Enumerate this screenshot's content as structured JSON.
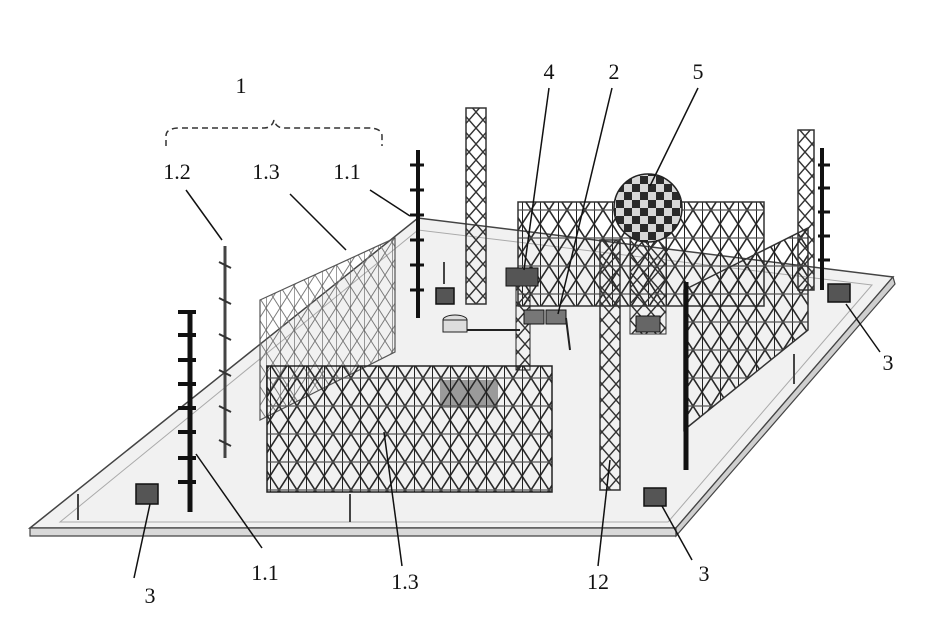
{
  "figure": {
    "labels": {
      "array_group": "1",
      "l_1_2": "1.2",
      "l_1_3_top": "1.3",
      "l_1_1_top": "1.1",
      "l_4": "4",
      "l_2": "2",
      "l_5": "5",
      "l_3_right": "3",
      "l_3_left": "3",
      "l_1_1_bottom": "1.1",
      "l_1_3_bottom": "1.3",
      "l_12": "12",
      "l_3_bottom": "3"
    }
  }
}
